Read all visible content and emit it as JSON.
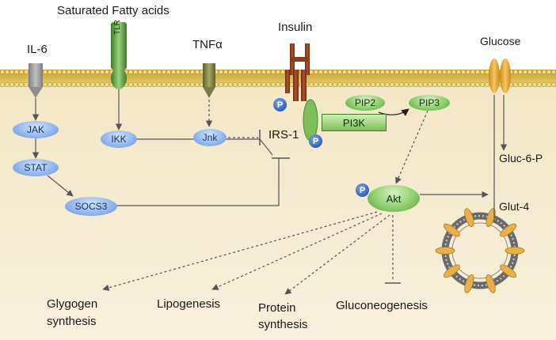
{
  "labels": {
    "saturated_fatty_acids": "Saturated Fatty acids",
    "il6": "IL-6",
    "tlr": "TLR",
    "tnfa": "TNFα",
    "insulin": "Insulin",
    "glucose": "Glucose",
    "irs1": "IRS-1",
    "gluc6p": "Gluc-6-P",
    "glut4": "Glut-4"
  },
  "nodes": {
    "jak": "JAK",
    "stat": "STAT",
    "socs3": "SOCS3",
    "ikk": "IKK",
    "jnk": "Jnk",
    "pip2": "PIP2",
    "pip3": "PIP3",
    "pi3k": "PI3K",
    "akt": "Akt"
  },
  "phospho": "P",
  "outcomes": {
    "glycogen_line1": "Glygogen",
    "glycogen_line2": "synthesis",
    "lipogenesis": "Lipogenesis",
    "protein_line1": "Protein",
    "protein_line2": "synthesis",
    "gluconeogenesis": "Gluconeogenesis"
  },
  "colors": {
    "membrane_top": "#c9a227",
    "membrane_bottom": "#e7cf7c",
    "cytoplasm": "#f6ecd5",
    "receptor_il6": "#9a9a9a",
    "receptor_tlr": "#6aa84f",
    "receptor_tnfa": "#8a8a4a",
    "insulin_receptor": "#8e3b1b",
    "glucose_transporter": "#e5a83a",
    "signal_blue": "#8fb4ec",
    "signal_green": "#8fcf6e",
    "arrow": "#555555"
  }
}
